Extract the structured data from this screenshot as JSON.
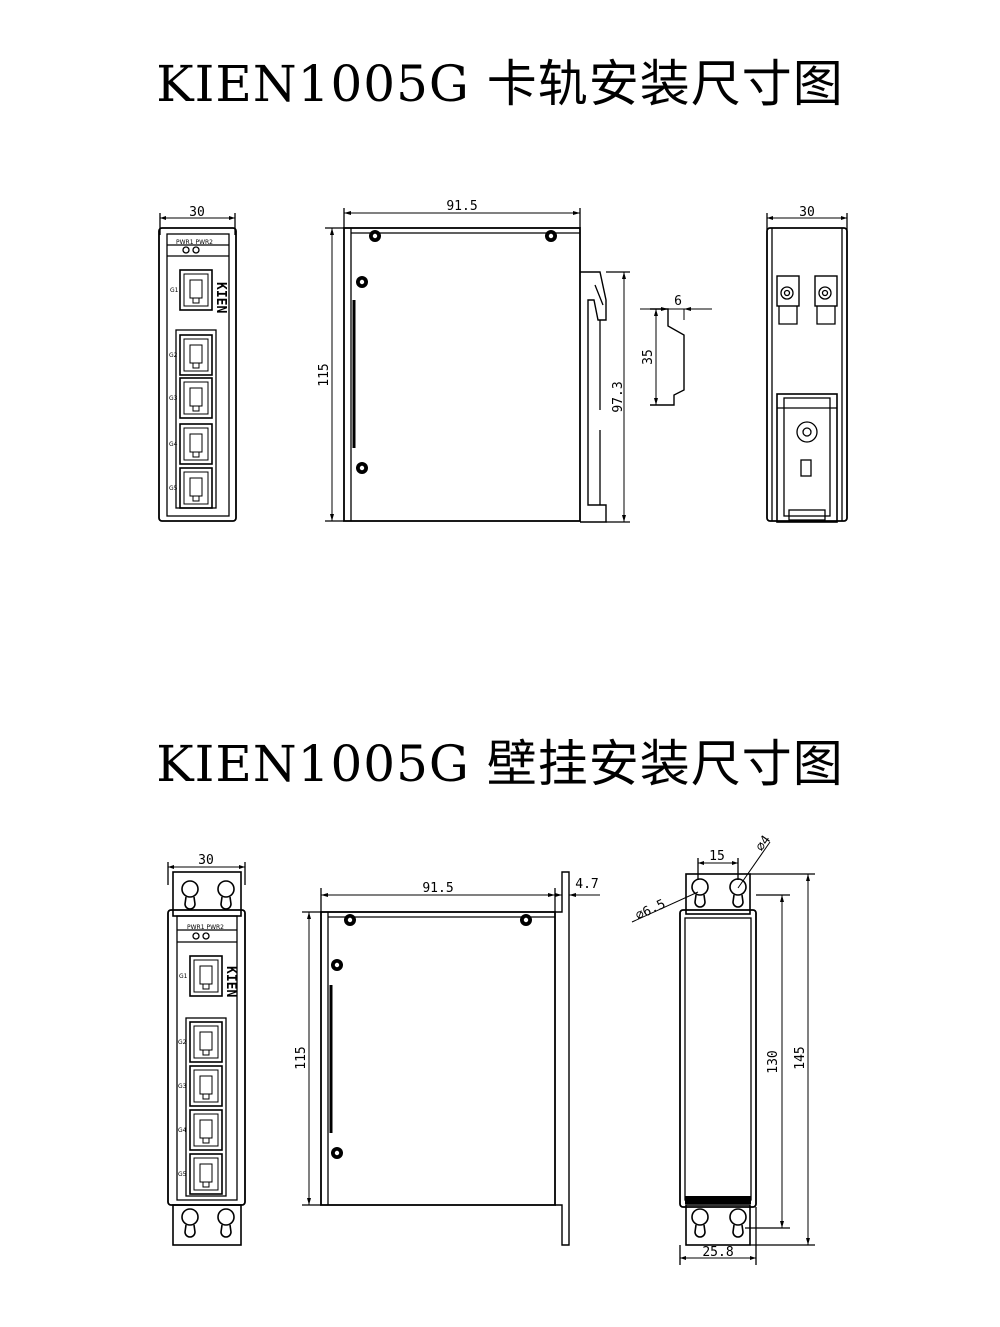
{
  "titles": {
    "din_rail": "KIEN1005G 卡轨安装尺寸图",
    "wall_mount": "KIEN1005G 壁挂安装尺寸图"
  },
  "port_labels": {
    "pwr": "PWR1 PWR2",
    "ports": [
      "G1",
      "G2",
      "G3",
      "G4",
      "G5"
    ]
  },
  "din_rail_dims": {
    "front_width": "30",
    "side_width": "91.5",
    "side_height": "115",
    "rail_height": "97.3",
    "clip_depth": "6",
    "clip_height": "35",
    "back_width": "30"
  },
  "wall_mount_dims": {
    "front_width": "30",
    "side_width": "91.5",
    "side_height": "115",
    "bracket_offset": "4.7",
    "hole_spacing": "15",
    "hole_small": "⌀4",
    "hole_large": "⌀6.5",
    "inner_height": "130",
    "outer_height": "145",
    "base_width": "25.8"
  }
}
